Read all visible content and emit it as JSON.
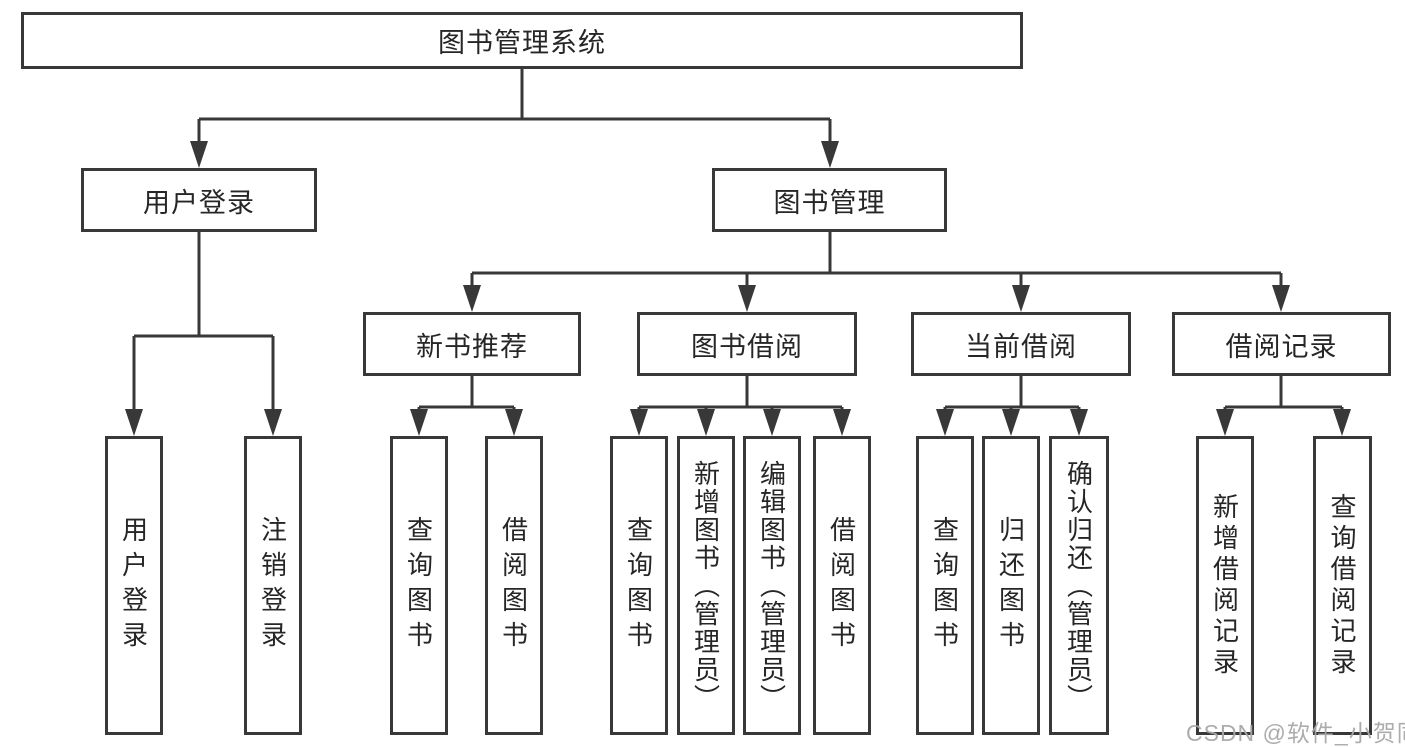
{
  "diagram": {
    "root": {
      "label": "图书管理系统"
    },
    "level2": [
      {
        "label": "用户登录",
        "children": [
          "用户登录",
          "注销登录"
        ]
      },
      {
        "label": "图书管理"
      }
    ],
    "level3": [
      {
        "label": "新书推荐",
        "children": [
          "查询图书",
          "借阅图书"
        ]
      },
      {
        "label": "图书借阅",
        "children": [
          "查询图书",
          "新增图书（管理员）",
          "编辑图书（管理员）",
          "借阅图书"
        ]
      },
      {
        "label": "当前借阅",
        "children": [
          "查询图书",
          "归还图书",
          "确认归还（管理员）"
        ]
      },
      {
        "label": "借阅记录",
        "children": [
          "新增借阅记录",
          "查询借阅记录"
        ]
      }
    ],
    "watermark": "CSDN @软件_小贺同学",
    "colors": {
      "stroke": "#383838",
      "text": "#262626",
      "background": "#ffffff",
      "watermark": "#a8a8a8"
    }
  }
}
